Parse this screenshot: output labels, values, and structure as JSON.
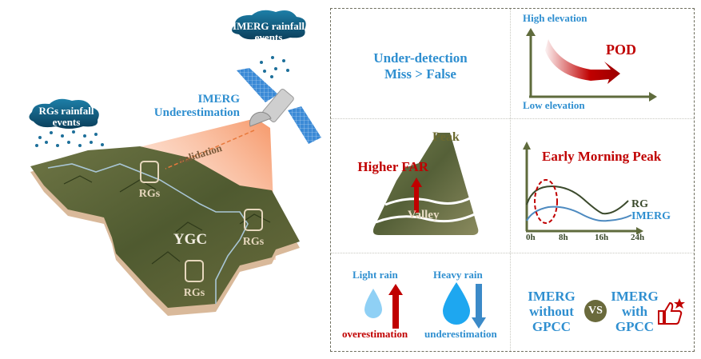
{
  "left": {
    "imerg_cloud": {
      "line1": "IMERG rainfall",
      "line2": "events"
    },
    "rg_cloud": {
      "line1": "RGs rainfall",
      "line2": "events"
    },
    "imerg_label": {
      "line1": "IMERG",
      "line2": "Underestimation"
    },
    "validation_label": "validation",
    "basin_label": "YGC",
    "rg_station_label": "RGs"
  },
  "panel": {
    "detection": {
      "line1": "Under-detection",
      "line2": "Miss > False"
    },
    "pod": {
      "top": "High elevation",
      "bottom": "Low elevation",
      "curve_label": "POD"
    },
    "far": {
      "peak": "Peak",
      "valley": "Valley",
      "label": "Higher FAR"
    },
    "diurnal": {
      "title": "Early Morning Peak",
      "series": [
        {
          "name": "RG"
        },
        {
          "name": "IMERG"
        }
      ],
      "ticks": [
        "0h",
        "8h",
        "16h",
        "24h"
      ]
    },
    "rain": {
      "light": "Light rain",
      "heavy": "Heavy rain",
      "over": "overestimation",
      "under": "underestimation"
    },
    "gpcc": {
      "left": {
        "l1": "IMERG",
        "l2": "without",
        "l3": "GPCC"
      },
      "vs": "VS",
      "right": {
        "l1": "IMERG",
        "l2": "with",
        "l3": "GPCC"
      }
    }
  },
  "colors": {
    "blue": "#2f8fd0",
    "red": "#c00000",
    "olive": "#5f6b3c",
    "terrain": "#5d6238"
  }
}
